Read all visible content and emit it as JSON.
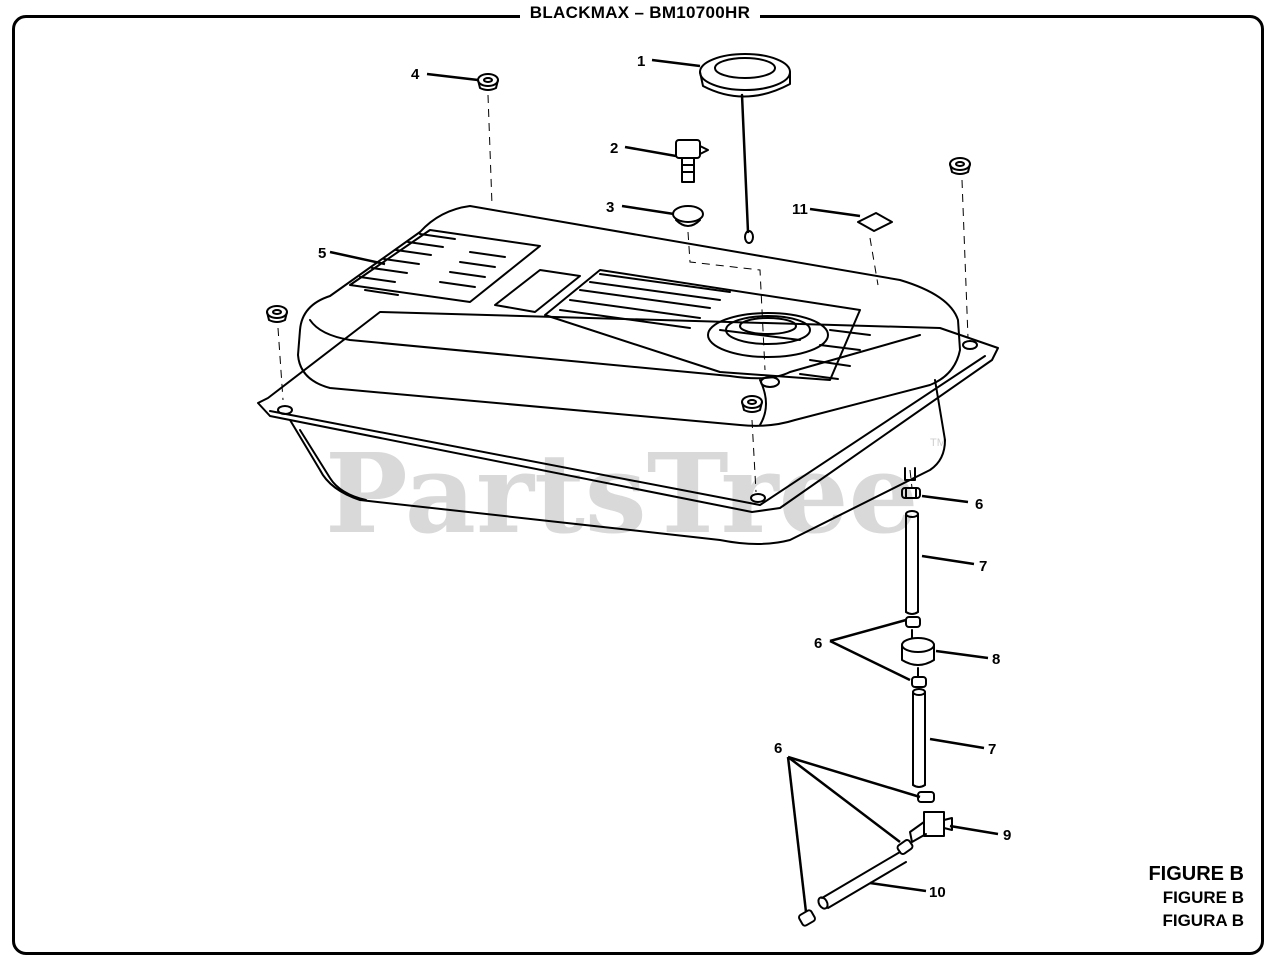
{
  "title": "BLACKMAX – BM10700HR",
  "watermark": "PartsTree",
  "watermark_tm": "TM",
  "figure_labels": [
    "FIGURE B",
    "FIGURE B",
    "FIGURA B"
  ],
  "callouts": {
    "c1": "1",
    "c2": "2",
    "c3": "3",
    "c4": "4",
    "c5": "5",
    "c6a": "6",
    "c6b": "6",
    "c6c": "6",
    "c7a": "7",
    "c7b": "7",
    "c8": "8",
    "c9": "9",
    "c10": "10",
    "c11": "11"
  }
}
